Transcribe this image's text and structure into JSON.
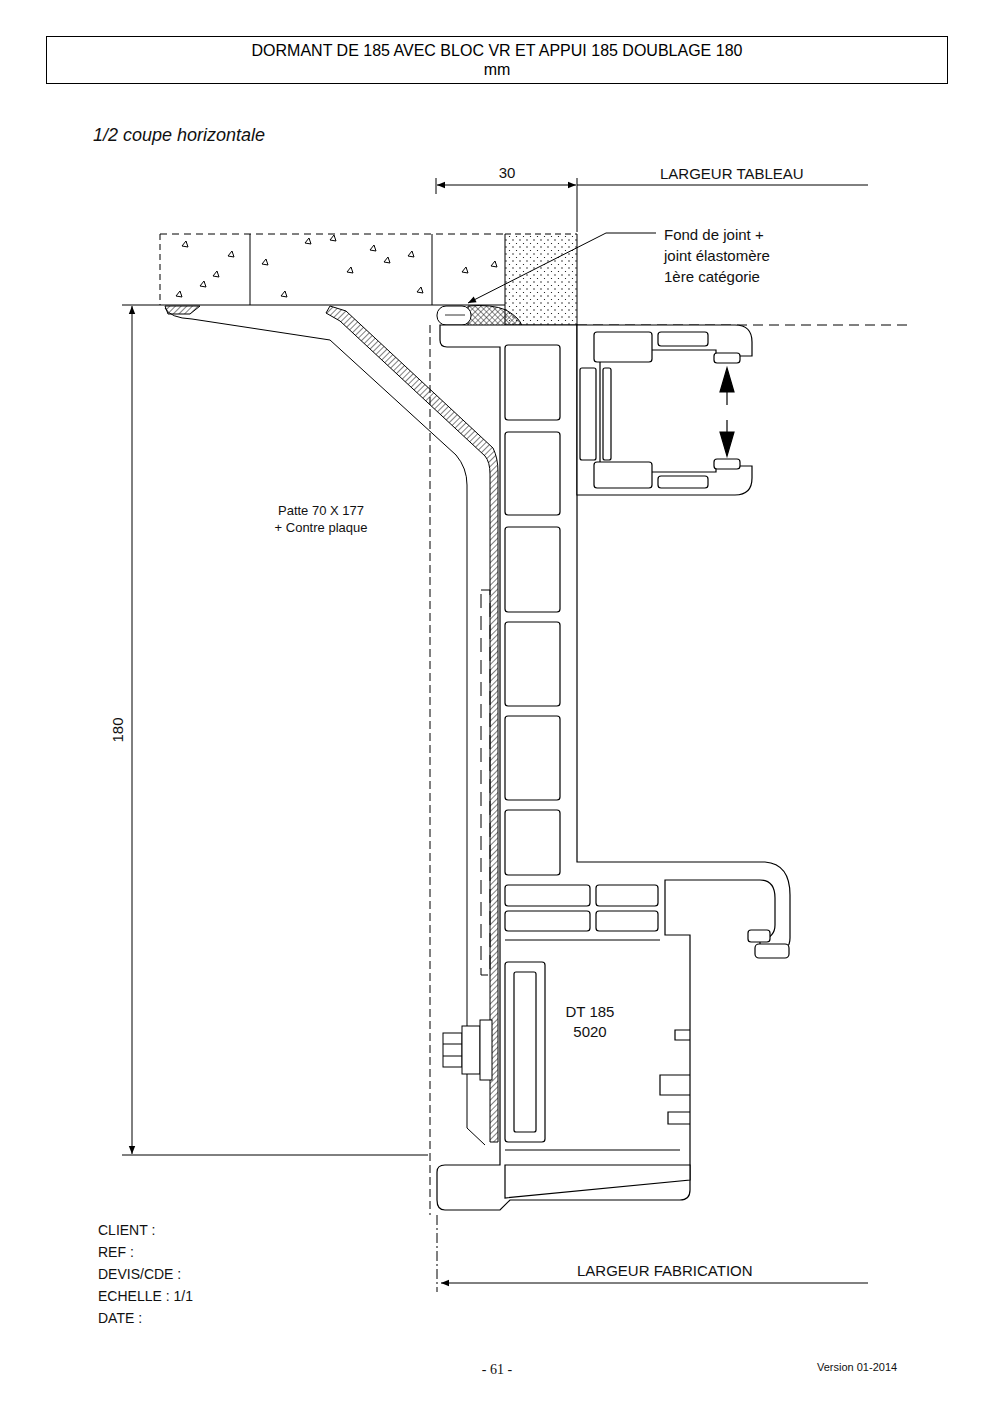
{
  "diagram": {
    "title": "DORMANT DE 185 AVEC BLOC VR ET APPUI 185 DOUBLAGE 180 mm",
    "labels": [
      "1/2 coupe horizontale",
      "30",
      "LARGEUR TABLEAU",
      "Fond de joint + joint élastomère 1ère catégorie",
      "Patte 70 X 177 + Contre plaque",
      "180",
      "DT 185 5020",
      "LARGEUR FABRICATION",
      "CLIENT :",
      "REF :",
      "DEVIS/CDE :",
      "ECHELLE : 1/1",
      "DATE :",
      "- 61 -",
      "Version 01-2014"
    ]
  }
}
